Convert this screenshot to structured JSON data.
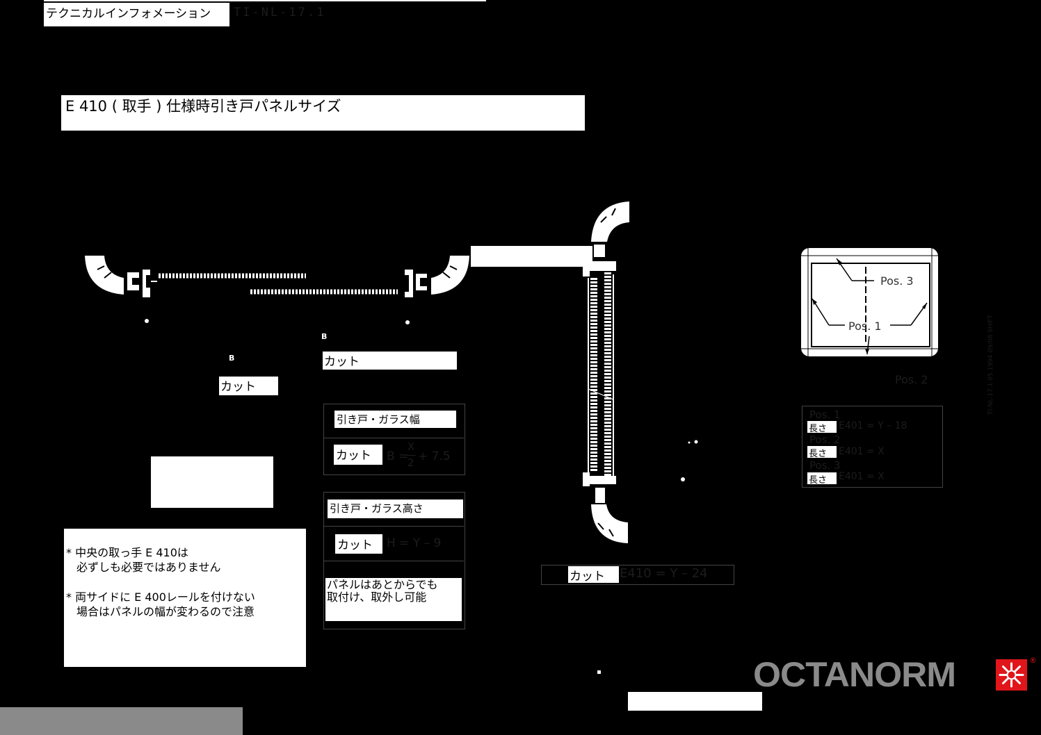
{
  "header": {
    "label": "テクニカルインフォメーション",
    "doc_code": "TI-NL-17.1"
  },
  "title": "E 410 ( 取手 ) 仕様時引き戸パネルサイズ",
  "cut_labels": {
    "cut_top_right": "カット",
    "cut_left": "カット",
    "cut_e410": "カット"
  },
  "dims": {
    "dim_b_small": "B",
    "dim_b_left": "B"
  },
  "formulas": {
    "width_title": "引き戸・ガラス幅",
    "width_cut": "カット",
    "width_b": "B =",
    "width_num": "X",
    "width_den": "2",
    "width_tail": "+ 7.5",
    "height_title": "引き戸・ガラス高さ",
    "height_cut": "カット",
    "height_formula": "H = Y – 9",
    "panel_note_1": "パネルはあとからでも",
    "panel_note_2": "取付け、取外し可能",
    "e410_formula": "E410 = Y – 24"
  },
  "notes": {
    "note1_line1": "* 中央の取っ手 E 410は",
    "note1_line2": "必ずしも必要ではありません",
    "note2_line1": "* 両サイドに E 400レールを付けない",
    "note2_line2": "場合はパネルの幅が変わるので注意"
  },
  "pos_diagram": {
    "pos3": "Pos. 3",
    "pos1": "Pos. 1",
    "pos2": "Pos. 2"
  },
  "pos_table": [
    {
      "pos": "Pos. 1",
      "label": "長さ",
      "formula": "E401 = Y – 18"
    },
    {
      "pos": "Pos. 2",
      "label": "長さ",
      "formula": "E401 = X"
    },
    {
      "pos": "Pos. 3",
      "label": "長さ",
      "formula": "E401 = X"
    }
  ],
  "side_text": "TI-NL-17.1  05.1994  09/08  SHIFT",
  "brand": {
    "name": "OCTANORM",
    "registered": "®",
    "color": "#8a8a8a",
    "icon_color": "#e0161b"
  }
}
